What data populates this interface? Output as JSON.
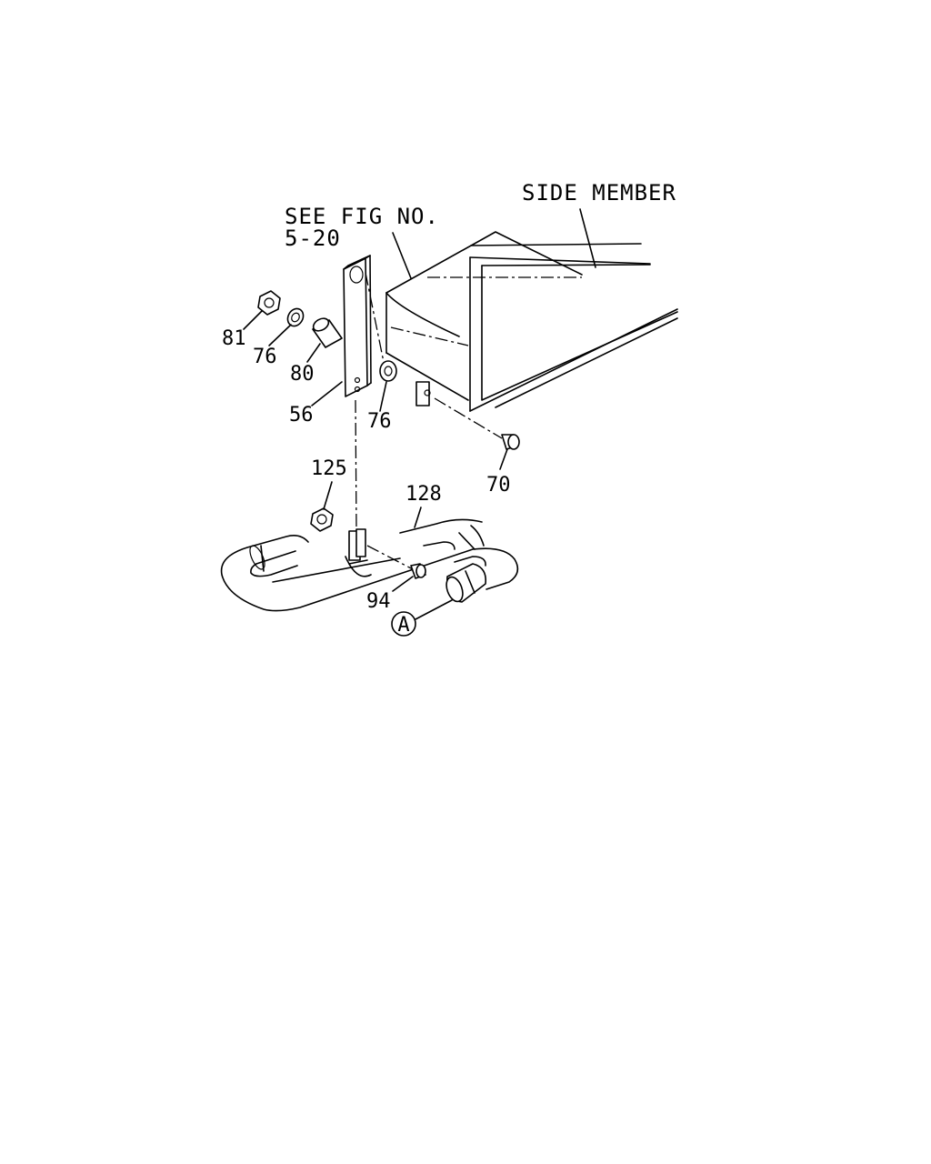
{
  "titles": {
    "side_member": "SIDE MEMBER",
    "see_fig_line1": "SEE FIG NO.",
    "see_fig_line2": "5-20"
  },
  "callouts": [
    {
      "id": "p81",
      "text": "81"
    },
    {
      "id": "p76a",
      "text": "76"
    },
    {
      "id": "p80",
      "text": "80"
    },
    {
      "id": "p56",
      "text": "56"
    },
    {
      "id": "p76b",
      "text": "76"
    },
    {
      "id": "p70",
      "text": "70"
    },
    {
      "id": "p125",
      "text": "125"
    },
    {
      "id": "p128",
      "text": "128"
    },
    {
      "id": "p94",
      "text": "94"
    },
    {
      "id": "pA",
      "text": "A"
    }
  ]
}
